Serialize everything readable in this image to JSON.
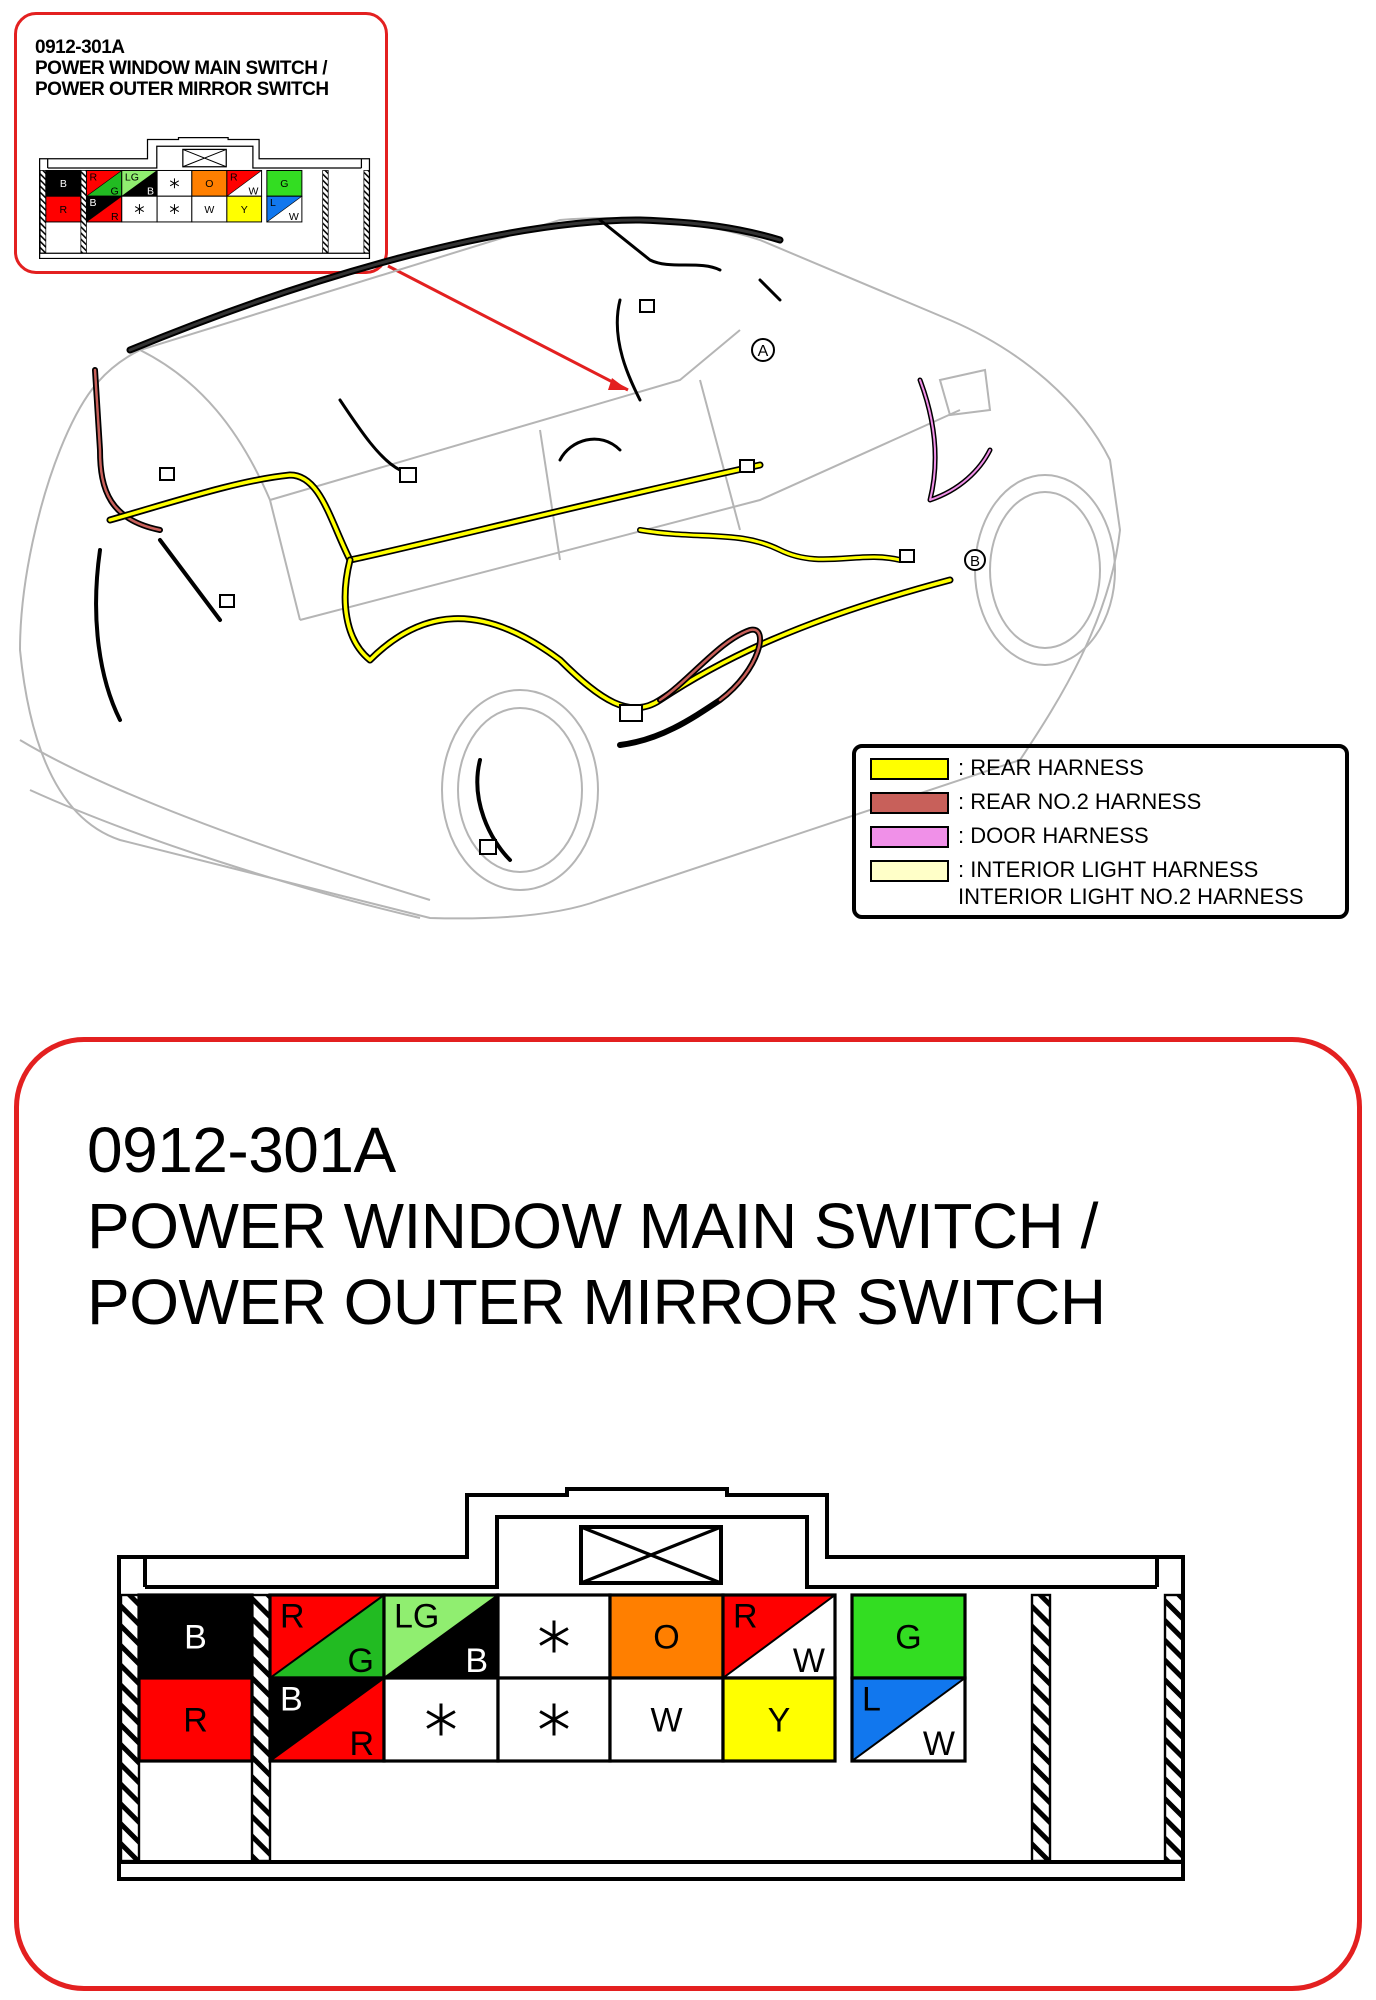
{
  "connector": {
    "code": "0912-301A",
    "name_line1": "POWER WINDOW MAIN SWITCH /",
    "name_line2": "POWER OUTER MIRROR SWITCH",
    "name_line1_big": "POWER WINDOW MAIN SWITCH /",
    "name_line2_big": "POWER OUTER MIRROR SWITCH"
  },
  "legend": {
    "items": [
      {
        "label": ": REAR HARNESS",
        "color": "#ffff00"
      },
      {
        "label": ": REAR NO.2 HARNESS",
        "color": "#c8605a"
      },
      {
        "label": ": DOOR HARNESS",
        "color": "#f090e8"
      },
      {
        "label": ": INTERIOR LIGHT HARNESS",
        "color": "#ffffc8"
      }
    ],
    "extra_line": "INTERIOR LIGHT NO.2 HARNESS"
  },
  "markers": {
    "a": "A",
    "b": "B"
  },
  "pins": {
    "top": [
      {
        "type": "solid",
        "color": "#000000",
        "label": "B",
        "text_color": "#ffffff"
      },
      {
        "type": "split",
        "c1": "#ff0000",
        "c2": "#22bb22",
        "l1": "R",
        "l2": "G",
        "t1": "#000000",
        "t2": "#000000"
      },
      {
        "type": "split",
        "c1": "#90ee70",
        "c2": "#000000",
        "l1": "LG",
        "l2": "B",
        "t1": "#000000",
        "t2": "#ffffff"
      },
      {
        "type": "solid",
        "color": "#ffffff",
        "label": "*",
        "text_color": "#000000"
      },
      {
        "type": "solid",
        "color": "#ff7f00",
        "label": "O",
        "text_color": "#000000"
      },
      {
        "type": "split",
        "c1": "#ff0000",
        "c2": "#ffffff",
        "l1": "R",
        "l2": "W",
        "t1": "#000000",
        "t2": "#000000"
      },
      {
        "type": "solid",
        "color": "#33dd22",
        "label": "G",
        "text_color": "#000000"
      }
    ],
    "bottom": [
      {
        "type": "solid",
        "color": "#ff0000",
        "label": "R",
        "text_color": "#000000"
      },
      {
        "type": "split",
        "c1": "#000000",
        "c2": "#ff0000",
        "l1": "B",
        "l2": "R",
        "t1": "#ffffff",
        "t2": "#000000"
      },
      {
        "type": "solid",
        "color": "#ffffff",
        "label": "*",
        "text_color": "#000000"
      },
      {
        "type": "solid",
        "color": "#ffffff",
        "label": "*",
        "text_color": "#000000"
      },
      {
        "type": "solid",
        "color": "#ffffff",
        "label": "W",
        "text_color": "#000000"
      },
      {
        "type": "solid",
        "color": "#ffff00",
        "label": "Y",
        "text_color": "#000000"
      },
      {
        "type": "split",
        "c1": "#1177ee",
        "c2": "#ffffff",
        "l1": "L",
        "l2": "W",
        "t1": "#000000",
        "t2": "#000000"
      }
    ]
  }
}
